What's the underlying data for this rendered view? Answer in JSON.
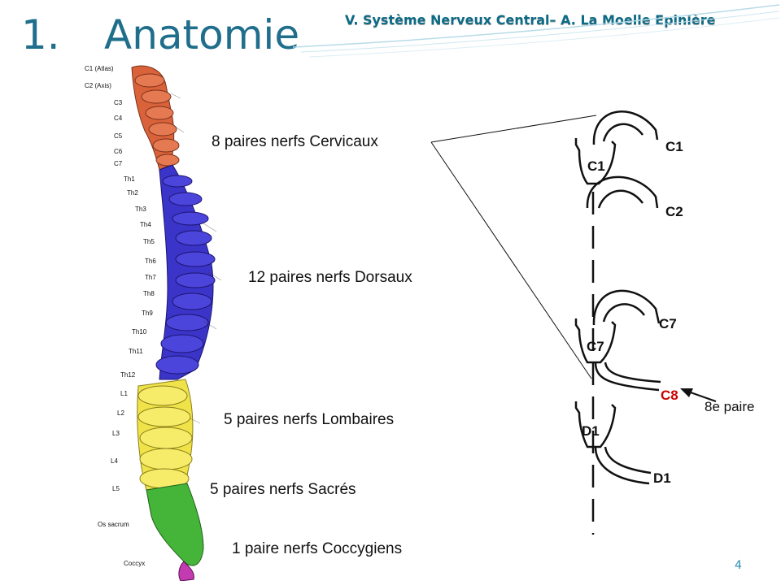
{
  "title": {
    "number": "1.",
    "text": "Anatomie"
  },
  "header": "V. Système Nerveux Central– A. La Moelle Epinière",
  "page_number": "4",
  "colors": {
    "title": "#1e6e8c",
    "cervical": "#d9623a",
    "thoracic": "#3b34c8",
    "lumbar": "#f0e34a",
    "sacral": "#45b53a",
    "coccyx": "#c23bb0",
    "highlight": "#cc0000"
  },
  "spine_labels": [
    "C1 (Atlas)",
    "C2 (Axis)",
    "C3",
    "C4",
    "C5",
    "C6",
    "C7",
    "Th1",
    "Th2",
    "Th3",
    "Th4",
    "Th5",
    "Th6",
    "Th7",
    "Th8",
    "Th9",
    "Th10",
    "Th11",
    "Th12",
    "L1",
    "L2",
    "L3",
    "L4",
    "L5",
    "Os sacrum",
    "Coccyx"
  ],
  "nerve_labels": {
    "cervical": "8 paires nerfs Cervicaux",
    "dorsal": "12 paires nerfs Dorsaux",
    "lumbar": "5 paires nerfs Lombaires",
    "sacral": "5 paires nerfs Sacrés",
    "coccygeal": "1 paire nerfs Coccygiens"
  },
  "schema": {
    "vertebra_c1": "C1",
    "nerve_c1": "C1",
    "nerve_c2": "C2",
    "nerve_c7": "C7",
    "vertebra_c7": "C7",
    "nerve_c8": "C8",
    "c8_note": "8e paire",
    "vertebra_d1": "D1",
    "nerve_d1": "D1"
  }
}
